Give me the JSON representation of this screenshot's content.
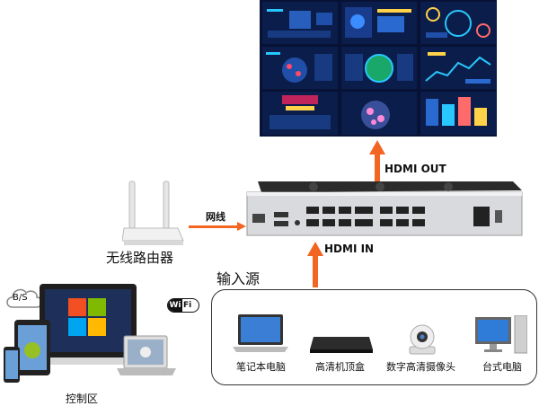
{
  "labels": {
    "hdmi_out": "HDMI OUT",
    "hdmi_in": "HDMI IN",
    "network": "网线",
    "router": "无线路由器",
    "input_source": "输入源",
    "control_area": "控制区",
    "bs": "B/S",
    "wifi_w": "Wi",
    "wifi_f": "Fi"
  },
  "sources": [
    {
      "label": "笔记本电脑",
      "icon": "laptop-icon"
    },
    {
      "label": "高清机顶盒",
      "icon": "set-top-box-icon"
    },
    {
      "label": "数字高清摄像头",
      "icon": "camera-icon"
    },
    {
      "label": "台式电脑",
      "icon": "desktop-computer-icon"
    }
  ],
  "colors": {
    "arrow": "#f26522",
    "screen_bg": "#0b1d4a"
  }
}
